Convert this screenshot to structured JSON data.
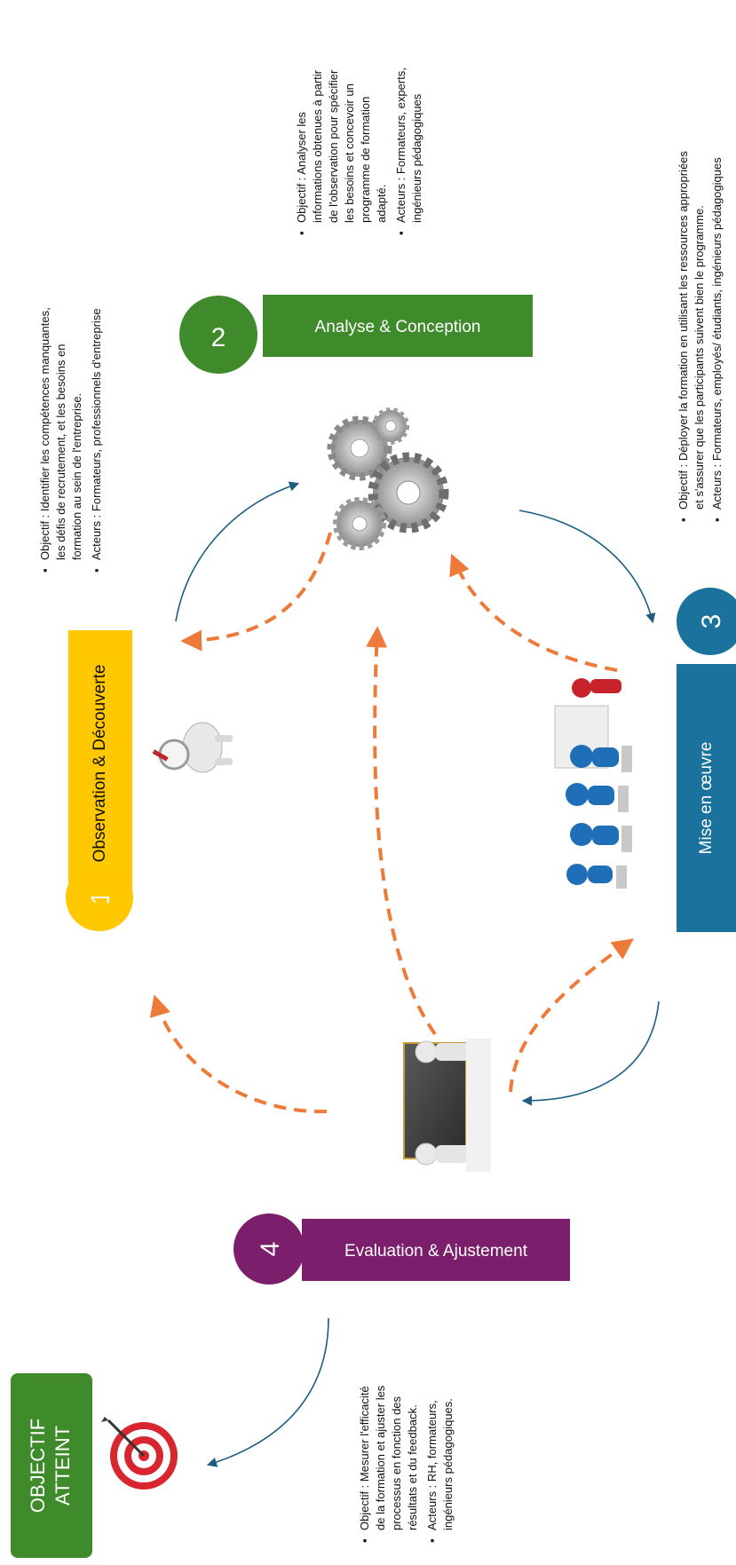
{
  "steps": [
    {
      "number": "1",
      "title": "Observation & Découverte",
      "color": "#FFC800",
      "title_color": "#111111"
    },
    {
      "number": "2",
      "title": "Analyse & Conception",
      "color": "#3F8A2B",
      "title_color": "#ffffff"
    },
    {
      "number": "3",
      "title": "Mise en œuvre",
      "color": "#1B729D",
      "title_color": "#ffffff"
    },
    {
      "number": "4",
      "title": "Evaluation & Ajustement",
      "color": "#7B1E6B",
      "title_color": "#ffffff"
    }
  ],
  "descriptions": {
    "step1": [
      "Objectif : Identifier les compétences manquantes,",
      "les défis de recrutement, et les besoins en",
      "formation au sein de l'entreprise.",
      "Acteurs : Formateurs, professionnels d'entreprise"
    ],
    "step2": [
      "Objectif : Analyser les",
      "informations obtenues à partir",
      "de l'observation pour spécifier",
      "les besoins et concevoir un",
      "programme de formation",
      "adapté.",
      "Acteurs : Formateurs, experts,",
      "ingénieurs pédagogiques"
    ],
    "step3": [
      "Objectif : Déployer la formation en utilisant les ressources appropriées",
      "et s'assurer que les participants suivent bien le programme.",
      "Acteurs : Formateurs, employés/ étudiants, ingénieurs pédagogiques"
    ],
    "step4": [
      "Objectif : Mesurer l'efficacité",
      "de la formation et ajuster les",
      "processus en fonction des",
      "résultats et du feedback.",
      "Acteurs : RH, formateurs,",
      "ingénieurs pédagogiques."
    ]
  },
  "goal": {
    "line1": "OBJECTIF",
    "line2": "ATTEINT",
    "color": "#3F8A2B"
  },
  "colors": {
    "arrow_blue": "#1B5E80",
    "arrow_orange": "#EE7A3A"
  },
  "icons": {
    "step1": "magnifier-figure-icon",
    "step2": "gears-icon",
    "step3": "classroom-icon",
    "step4": "meeting-board-icon",
    "goal": "target-icon"
  }
}
